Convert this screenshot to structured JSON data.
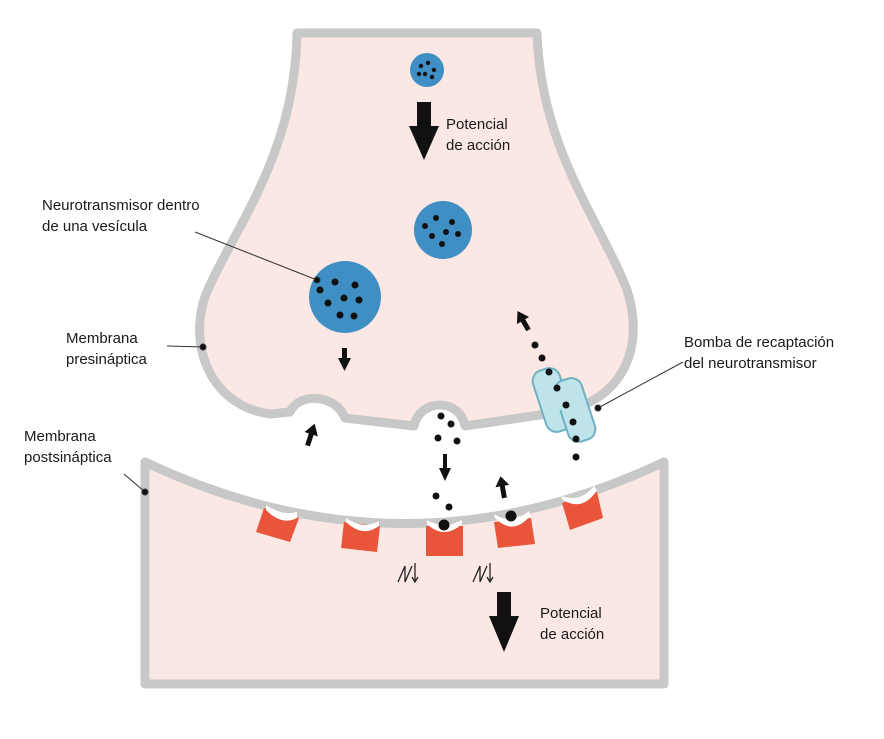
{
  "labels": {
    "potencial_top": [
      "Potencial",
      "de acción"
    ],
    "neurotransmisor": [
      "Neurotransmisor dentro",
      "de una vesícula"
    ],
    "membrana_pre": [
      "Membrana",
      "presináptica"
    ],
    "membrana_post": [
      "Membrana",
      "postsináptica"
    ],
    "bomba": [
      "Bomba de recaptación",
      "del neurotransmisor"
    ],
    "potencial_bottom": [
      "Potencial",
      "de acción"
    ]
  },
  "colors": {
    "membrane": "#c8c8c8",
    "cytoplasm": "#fbe8e4",
    "vesicle": "#3f8fc4",
    "receptor": "#e8553a",
    "pump": "#bfe3ea",
    "pump_stroke": "#6fb1c2",
    "particle": "#111111"
  }
}
